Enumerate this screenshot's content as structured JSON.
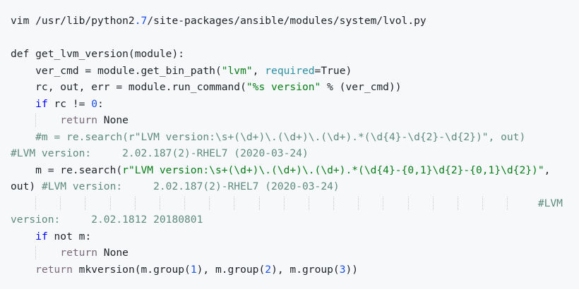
{
  "code_block": {
    "lines": [
      {
        "tokens": [
          {
            "t": "vim /usr/lib/python2",
            "c": ""
          },
          {
            "t": ".7",
            "c": "num"
          },
          {
            "t": "/site-packages/ansible/modules/system/lvol.py",
            "c": ""
          }
        ]
      },
      {
        "tokens": []
      },
      {
        "tokens": [
          {
            "t": "def get_lvm_version(module):",
            "c": ""
          }
        ]
      },
      {
        "tokens": [
          {
            "t": "    ver_cmd = module.get_bin_path(",
            "c": ""
          },
          {
            "t": "\"lvm\"",
            "c": "str"
          },
          {
            "t": ", ",
            "c": ""
          },
          {
            "t": "required",
            "c": "param"
          },
          {
            "t": "=True)",
            "c": ""
          }
        ]
      },
      {
        "tokens": [
          {
            "t": "    rc, out, err = module.run_command(",
            "c": ""
          },
          {
            "t": "\"%s version\"",
            "c": "str"
          },
          {
            "t": " % (ver_cmd))",
            "c": ""
          }
        ]
      },
      {
        "tokens": [
          {
            "t": "    ",
            "c": ""
          },
          {
            "t": "if",
            "c": "kw"
          },
          {
            "t": " rc != ",
            "c": ""
          },
          {
            "t": "0",
            "c": "num"
          },
          {
            "t": ":",
            "c": ""
          }
        ]
      },
      {
        "tokens": [
          {
            "t": "        ",
            "c": ""
          },
          {
            "t": "return",
            "c": "ret"
          },
          {
            "t": " None",
            "c": ""
          }
        ]
      },
      {
        "tokens": [
          {
            "t": "    #m = re.search(r\"LVM version:\\s+(\\d+)\\.(\\d+)\\.(\\d+).*(\\d{4}-\\d{2}-\\d{2})\", out)",
            "c": "cmt"
          }
        ]
      },
      {
        "tokens": [
          {
            "t": "#LVM version:     2.02.187(2)-RHEL7 (2020-03-24)",
            "c": "cmt"
          }
        ]
      },
      {
        "tokens": [
          {
            "t": "    m = re.search(",
            "c": ""
          },
          {
            "t": "r\"LVM version:\\s+(\\d+)\\.(\\d+)\\.(\\d+).*(\\d{4}-{0,1}\\d{2}-{0,1}\\d{2})\"",
            "c": "str"
          },
          {
            "t": ",",
            "c": ""
          }
        ]
      },
      {
        "tokens": [
          {
            "t": "out) ",
            "c": ""
          },
          {
            "t": "#LVM version:     2.02.187(2)-RHEL7 (2020-03-24)",
            "c": "cmt"
          }
        ]
      },
      {
        "tokens": [
          {
            "t": "                                                                                     #LVM",
            "c": "cmt"
          }
        ]
      },
      {
        "tokens": [
          {
            "t": "version:     2.02.1812 20180801",
            "c": "cmt"
          }
        ]
      },
      {
        "tokens": [
          {
            "t": "    ",
            "c": ""
          },
          {
            "t": "if",
            "c": "kw"
          },
          {
            "t": " not m:",
            "c": ""
          }
        ]
      },
      {
        "tokens": [
          {
            "t": "        ",
            "c": ""
          },
          {
            "t": "return",
            "c": "ret"
          },
          {
            "t": " None",
            "c": ""
          }
        ]
      },
      {
        "tokens": [
          {
            "t": "    ",
            "c": ""
          },
          {
            "t": "return",
            "c": "ret"
          },
          {
            "t": " mkversion(m.group(",
            "c": ""
          },
          {
            "t": "1",
            "c": "num"
          },
          {
            "t": "), m.group(",
            "c": ""
          },
          {
            "t": "2",
            "c": "num"
          },
          {
            "t": "), m.group(",
            "c": ""
          },
          {
            "t": "3",
            "c": "num"
          },
          {
            "t": "))",
            "c": ""
          }
        ]
      }
    ]
  }
}
